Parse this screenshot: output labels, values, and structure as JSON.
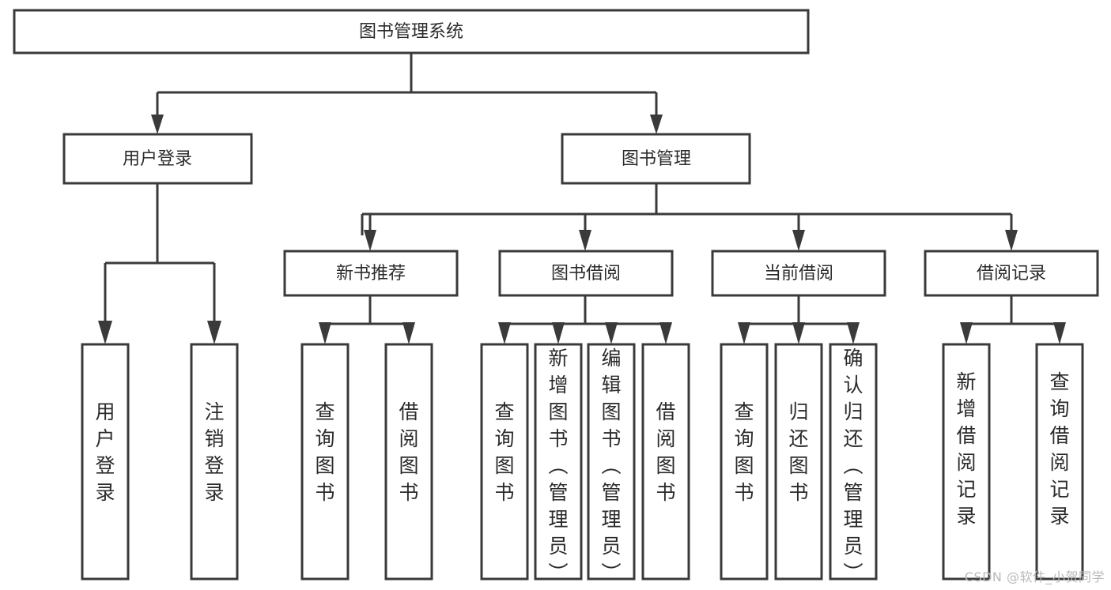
{
  "diagram": {
    "type": "tree-hierarchy",
    "title": "图书管理系统",
    "watermark": "CSDN @软件_小贺同学",
    "colors": {
      "box_stroke": "#3a3a3a",
      "box_fill": "#ffffff",
      "text": "#2b2b2b",
      "link": "#3a3a3a",
      "watermark": "#b9b9b9",
      "background": "#ffffff"
    },
    "levels": {
      "root": {
        "label": "图书管理系统"
      },
      "level2": [
        {
          "label": "用户登录"
        },
        {
          "label": "图书管理"
        }
      ],
      "level3": [
        {
          "label": "新书推荐"
        },
        {
          "label": "图书借阅"
        },
        {
          "label": "当前借阅"
        },
        {
          "label": "借阅记录"
        }
      ],
      "leaves": {
        "user_login": [
          {
            "label": "用户登录"
          },
          {
            "label": "注销登录"
          }
        ],
        "new_book_recommend": [
          {
            "label": "查询图书"
          },
          {
            "label": "借阅图书"
          }
        ],
        "book_borrow": [
          {
            "label": "查询图书"
          },
          {
            "label": "新增图书（管理员）"
          },
          {
            "label": "编辑图书（管理员）"
          },
          {
            "label": "借阅图书"
          }
        ],
        "current_borrow": [
          {
            "label": "查询图书"
          },
          {
            "label": "归还图书"
          },
          {
            "label": "确认归还（管理员）"
          }
        ],
        "borrow_record": [
          {
            "label": "新增借阅记录"
          },
          {
            "label": "查询借阅记录"
          }
        ]
      }
    }
  }
}
